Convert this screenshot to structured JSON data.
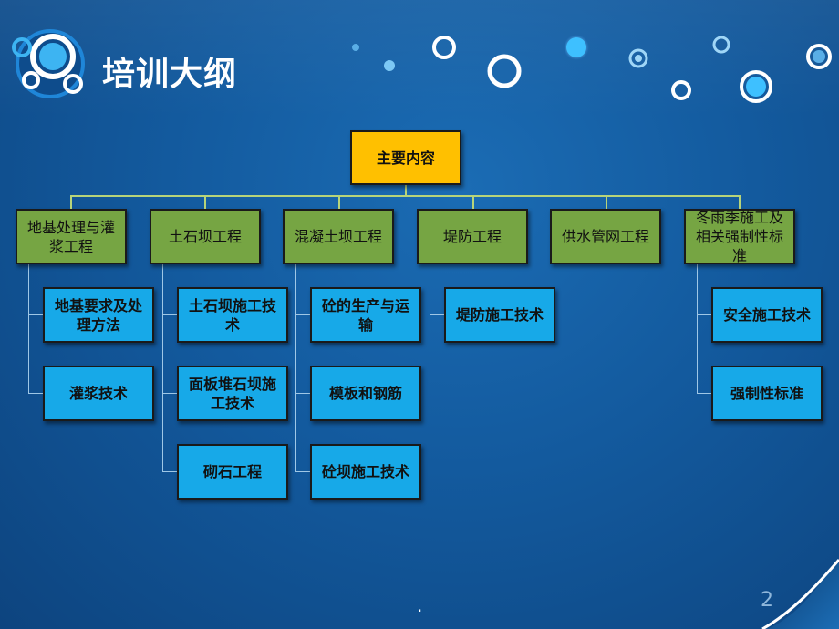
{
  "slide": {
    "title": "培训大纲",
    "page_number": "2",
    "footer_mark": "."
  },
  "diagram": {
    "root": "主要内容",
    "categories": [
      {
        "label": "地基处理与灌浆工程",
        "children": [
          "地基要求及处理方法",
          "灌浆技术"
        ]
      },
      {
        "label": "土石坝工程",
        "children": [
          "土石坝施工技术",
          "面板堆石坝施工技术",
          "砌石工程"
        ]
      },
      {
        "label": "混凝土坝工程",
        "children": [
          "砼的生产与运输",
          "模板和钢筋",
          "砼坝施工技术"
        ]
      },
      {
        "label": "堤防工程",
        "children": [
          "堤防施工技术"
        ]
      },
      {
        "label": "供水管网工程",
        "children": []
      },
      {
        "label": "冬雨季施工及相关强制性标准",
        "children": [
          "安全施工技术",
          "强制性标准"
        ]
      }
    ]
  },
  "colors": {
    "background": "#135a9e",
    "root_fill": "#ffc000",
    "category_fill": "#76a543",
    "leaf_fill": "#17a9e8",
    "connector": "#b7d47a"
  }
}
